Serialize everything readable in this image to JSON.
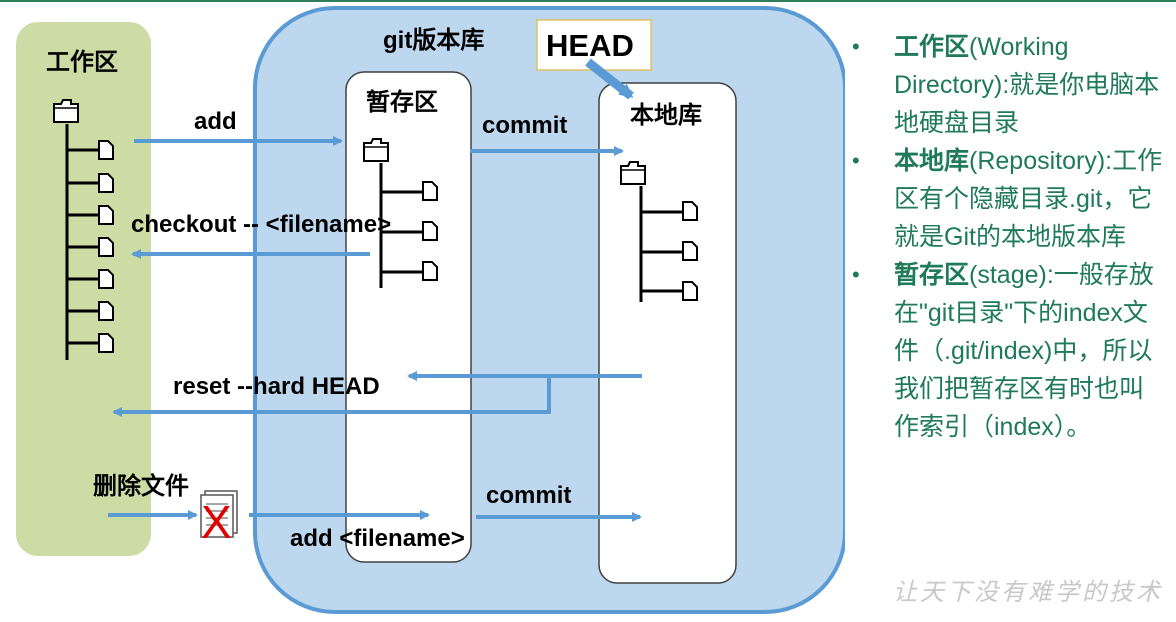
{
  "areas": {
    "working_dir": "工作区",
    "repo_container": "git版本库",
    "stage": "暂存区",
    "local_repo": "本地库",
    "head": "HEAD"
  },
  "arrows": {
    "add": "add",
    "commit_top": "commit",
    "checkout": "checkout -- <filename>",
    "reset": "reset --hard HEAD",
    "delete_file": "删除文件",
    "commit_bottom": "commit",
    "add_file": "add  <filename>"
  },
  "notes": [
    {
      "term": "工作区",
      "text": "(Working Directory):就是你电脑本地硬盘目录"
    },
    {
      "term": "本地库",
      "text": "(Repository):工作区有个隐藏目录.git，它就是Git的本地版本库"
    },
    {
      "term": "暂存区",
      "text": "(stage):一般存放在\"git目录\"下的index文件（.git/index)中，所以我们把暂存区有时也叫作索引（index）。"
    }
  ],
  "watermark": "让天下没有难学的技术",
  "colors": {
    "working_bg": "#cddba4",
    "repo_bg": "#bdd7ee",
    "repo_border": "#5b9bd5",
    "arrow": "#5b9bd5",
    "notes_text": "#1f7a5a",
    "delete_mark": "#e00000"
  }
}
